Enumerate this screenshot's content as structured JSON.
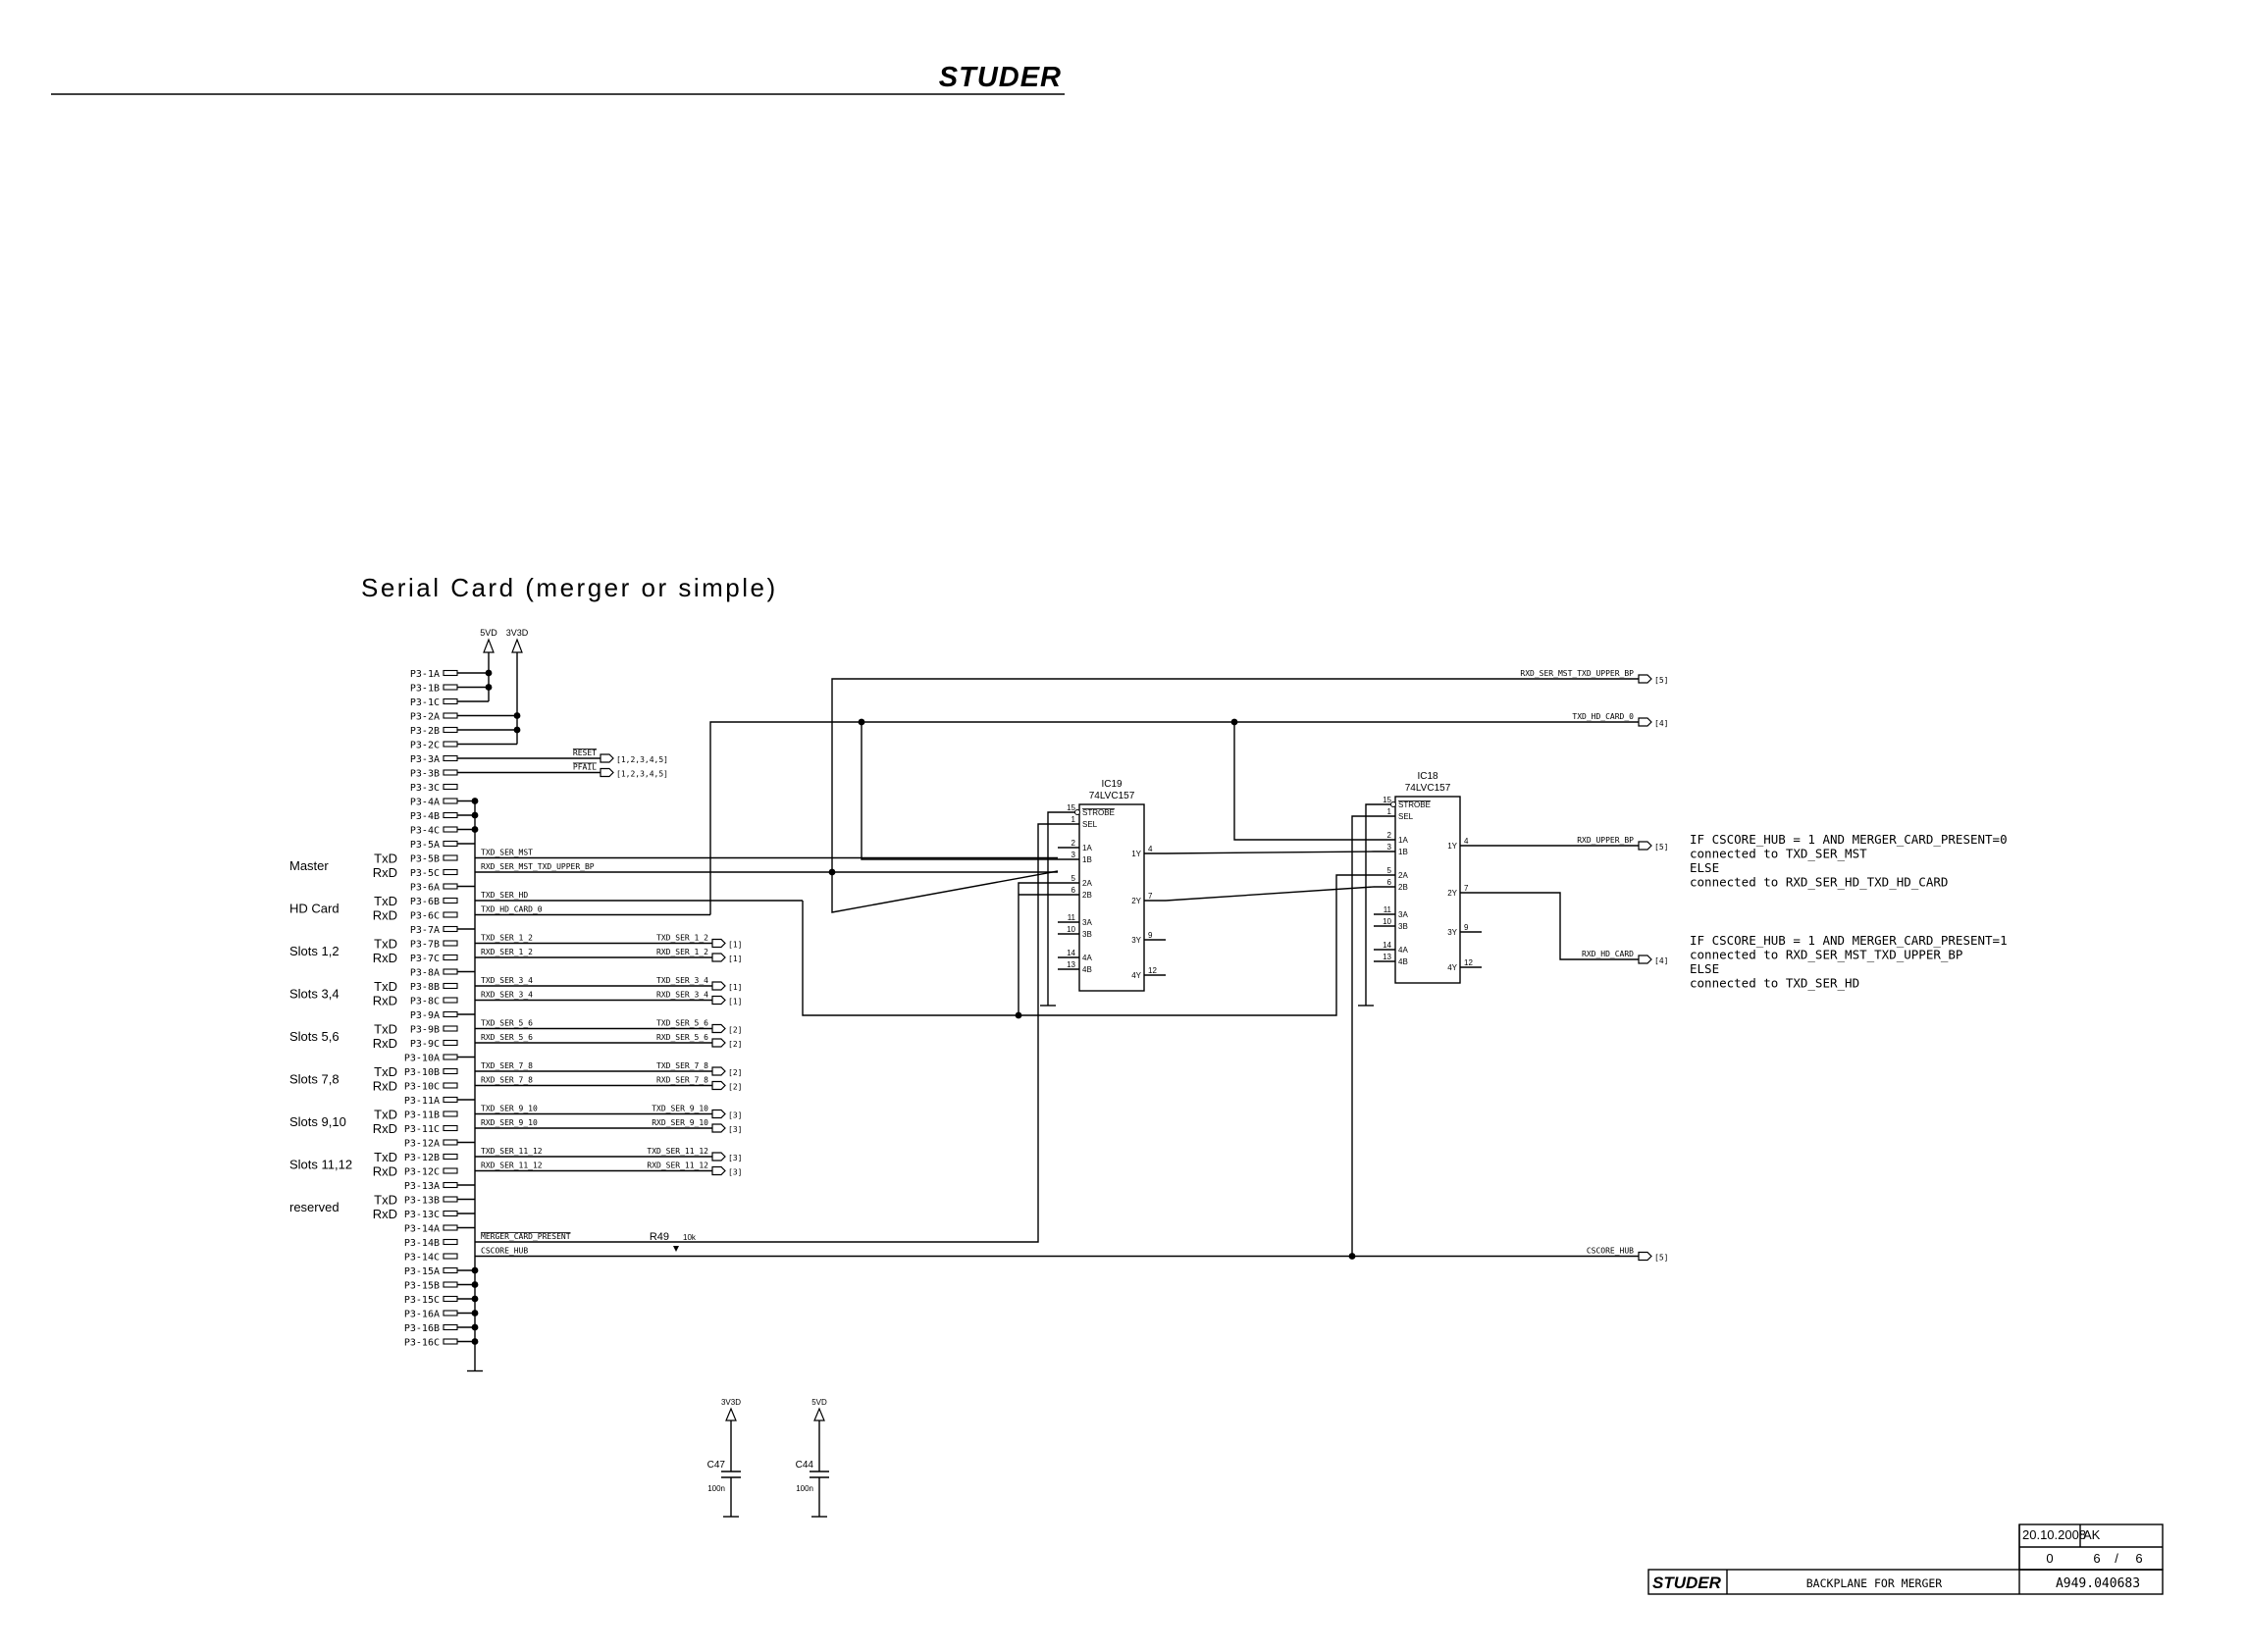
{
  "header": {
    "logo_text": "STUDER"
  },
  "sheet_title": "Serial Card (merger or simple)",
  "power": {
    "rail_5": "5VD",
    "rail_3v3": "3V3D"
  },
  "connector": {
    "pins": [
      "P3-1A",
      "P3-1B",
      "P3-1C",
      "P3-2A",
      "P3-2B",
      "P3-2C",
      "P3-3A",
      "P3-3B",
      "P3-3C",
      "P3-4A",
      "P3-4B",
      "P3-4C",
      "P3-5A",
      "P3-5B",
      "P3-5C",
      "P3-6A",
      "P3-6B",
      "P3-6C",
      "P3-7A",
      "P3-7B",
      "P3-7C",
      "P3-8A",
      "P3-8B",
      "P3-8C",
      "P3-9A",
      "P3-9B",
      "P3-9C",
      "P3-10A",
      "P3-10B",
      "P3-10C",
      "P3-11A",
      "P3-11B",
      "P3-11C",
      "P3-12A",
      "P3-12B",
      "P3-12C",
      "P3-13A",
      "P3-13B",
      "P3-13C",
      "P3-14A",
      "P3-14B",
      "P3-14C",
      "P3-15A",
      "P3-15B",
      "P3-15C",
      "P3-16A",
      "P3-16B",
      "P3-16C"
    ],
    "groups": [
      {
        "label": "Master",
        "tx": "TxD",
        "rx": "RxD"
      },
      {
        "label": "HD Card",
        "tx": "TxD",
        "rx": "RxD"
      },
      {
        "label": "Slots 1,2",
        "tx": "TxD",
        "rx": "RxD"
      },
      {
        "label": "Slots 3,4",
        "tx": "TxD",
        "rx": "RxD"
      },
      {
        "label": "Slots 5,6",
        "tx": "TxD",
        "rx": "RxD"
      },
      {
        "label": "Slots 7,8",
        "tx": "TxD",
        "rx": "RxD"
      },
      {
        "label": "Slots 9,10",
        "tx": "TxD",
        "rx": "RxD"
      },
      {
        "label": "Slots 11,12",
        "tx": "TxD",
        "rx": "RxD"
      },
      {
        "label": "reserved",
        "tx": "TxD",
        "rx": "RxD"
      }
    ]
  },
  "ctrl_ports": [
    {
      "name": "RESET",
      "ref": "[1,2,3,4,5]"
    },
    {
      "name": "PFAIL",
      "ref": "[1,2,3,4,5]"
    }
  ],
  "slot_nets": [
    {
      "tx": "TXD_SER_1_2",
      "rx": "RXD_SER_1_2",
      "ref": "[1]"
    },
    {
      "tx": "TXD_SER_3_4",
      "rx": "RXD_SER_3_4",
      "ref": "[1]"
    },
    {
      "tx": "TXD_SER_5_6",
      "rx": "RXD_SER_5_6",
      "ref": "[2]"
    },
    {
      "tx": "TXD_SER_7_8",
      "rx": "RXD_SER_7_8",
      "ref": "[2]"
    },
    {
      "tx": "TXD_SER_9_10",
      "rx": "RXD_SER_9_10",
      "ref": "[3]"
    },
    {
      "tx": "TXD_SER_11_12",
      "rx": "RXD_SER_11_12",
      "ref": "[3]"
    }
  ],
  "nets": {
    "txd_ser_mst": "TXD_SER_MST",
    "rxd_ser_mst": "RXD_SER_MST_TXD_UPPER_BP",
    "txd_ser_hd": "TXD_SER_HD",
    "txd_hd_card": "TXD_HD_CARD_0",
    "merger_card_present": "MERGER_CARD_PRESENT",
    "cscore_hub": "CSCORE_HUB"
  },
  "offsheet": [
    {
      "name": "RXD_SER_MST_TXD_UPPER_BP",
      "ref": "[5]"
    },
    {
      "name": "TXD_HD_CARD_0",
      "ref": "[4]"
    },
    {
      "name": "RXD_UPPER_BP",
      "ref": "[5]"
    },
    {
      "name": "RXD_HD_CARD",
      "ref": "[4]"
    },
    {
      "name": "CSCORE_HUB",
      "ref": "[5]"
    }
  ],
  "ic19": {
    "ref": "IC19",
    "part": "74LVC157",
    "left": [
      {
        "num": "15",
        "name": "STROBE"
      },
      {
        "num": "1",
        "name": "SEL"
      },
      {
        "num": "2",
        "name": "1A"
      },
      {
        "num": "3",
        "name": "1B"
      },
      {
        "num": "5",
        "name": "2A"
      },
      {
        "num": "6",
        "name": "2B"
      },
      {
        "num": "11",
        "name": "3A"
      },
      {
        "num": "10",
        "name": "3B"
      },
      {
        "num": "14",
        "name": "4A"
      },
      {
        "num": "13",
        "name": "4B"
      }
    ],
    "right": [
      {
        "num": "4",
        "name": "1Y"
      },
      {
        "num": "7",
        "name": "2Y"
      },
      {
        "num": "9",
        "name": "3Y"
      },
      {
        "num": "12",
        "name": "4Y"
      }
    ]
  },
  "ic18": {
    "ref": "IC18",
    "part": "74LVC157",
    "left": [
      {
        "num": "15",
        "name": "STROBE"
      },
      {
        "num": "1",
        "name": "SEL"
      },
      {
        "num": "2",
        "name": "1A"
      },
      {
        "num": "3",
        "name": "1B"
      },
      {
        "num": "5",
        "name": "2A"
      },
      {
        "num": "6",
        "name": "2B"
      },
      {
        "num": "11",
        "name": "3A"
      },
      {
        "num": "10",
        "name": "3B"
      },
      {
        "num": "14",
        "name": "4A"
      },
      {
        "num": "13",
        "name": "4B"
      }
    ],
    "right": [
      {
        "num": "4",
        "name": "1Y"
      },
      {
        "num": "7",
        "name": "2Y"
      },
      {
        "num": "9",
        "name": "3Y"
      },
      {
        "num": "12",
        "name": "4Y"
      }
    ]
  },
  "resistor": {
    "ref": "R49",
    "value": "10k"
  },
  "capacitors": [
    {
      "ref": "C47",
      "value": "100n",
      "rail": "3V3D"
    },
    {
      "ref": "C44",
      "value": "100n",
      "rail": "5VD"
    }
  ],
  "notes": [
    [
      "IF CSCORE_HUB = 1 AND MERGER_CARD_PRESENT=0",
      "connected to TXD_SER_MST",
      "ELSE",
      "connected to RXD_SER_HD_TXD_HD_CARD"
    ],
    [
      "IF CSCORE_HUB = 1 AND MERGER_CARD_PRESENT=1",
      "connected to RXD_SER_MST_TXD_UPPER_BP",
      "ELSE",
      "connected to TXD_SER_HD"
    ]
  ],
  "title_block": {
    "date": "20.10.2008",
    "initials": "AK",
    "logo": "STUDER",
    "title": "BACKPLANE FOR MERGER",
    "index": "0",
    "page": "6",
    "pages": "6",
    "drawing_number": "A949.040683"
  }
}
